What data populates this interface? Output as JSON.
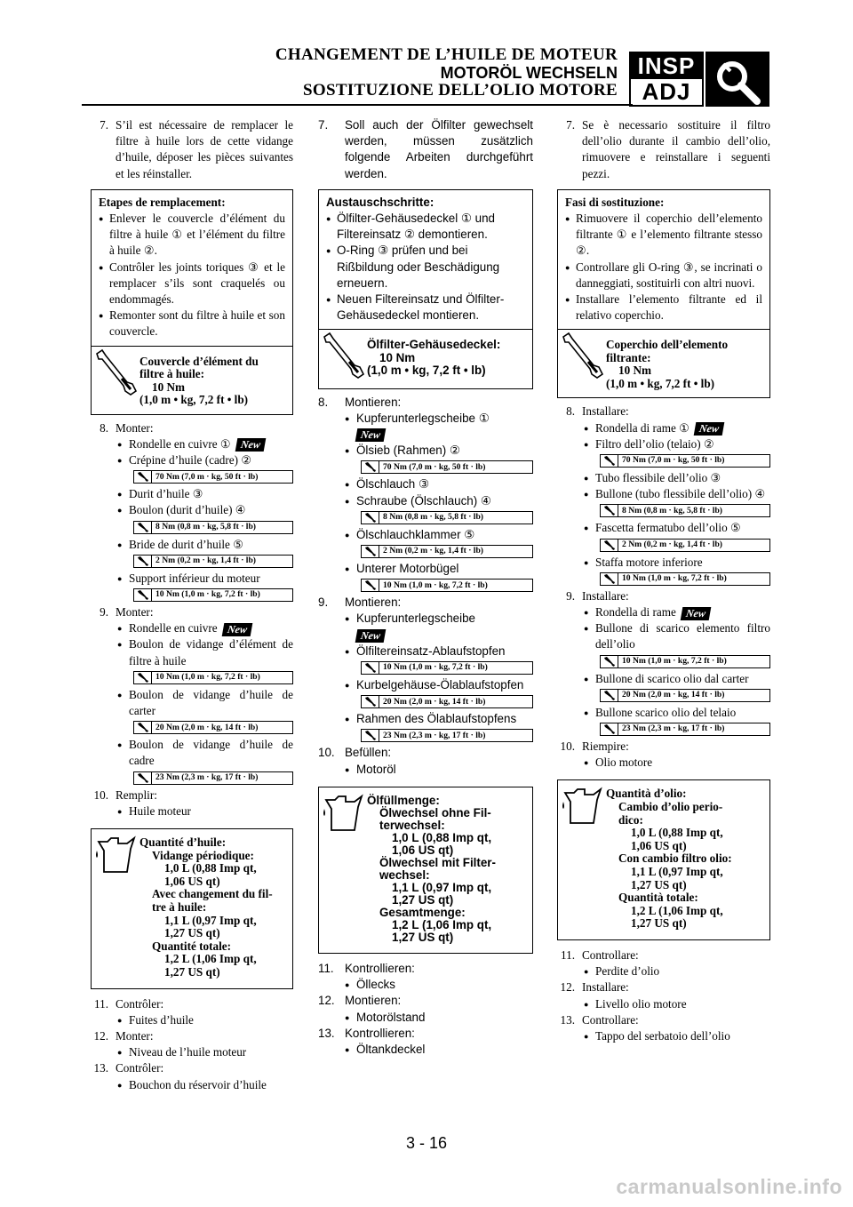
{
  "header": {
    "title_fr": "CHANGEMENT DE L’HUILE DE MOTEUR",
    "title_de": "MOTORÖL WECHSELN",
    "title_it": "SOSTITUZIONE DELL’OLIO MOTORE",
    "badge_top": "INSP",
    "badge_bottom": "ADJ",
    "badge_icon": "wrench-magnifier-icon"
  },
  "fr": {
    "s7_num": "7.",
    "s7_text": "S’il est nécessaire de remplacer le filtre à huile lors de cette vidange d’huile, déposer les pièces suivantes et les réinstaller.",
    "box_title": "Etapes de remplacement:",
    "box_items": [
      "Enlever le couvercle d’élément du filtre à huile ① et l’élément du filtre à huile ②.",
      "Contrôler les joints toriques ③ et le remplacer s’ils sont craquelés ou endommagés.",
      "Remonter sont du filtre à huile et son couvercle."
    ],
    "box_torque": [
      "Couvercle d’élément du",
      "filtre à huile:",
      "10 Nm",
      "(1,0 m • kg, 7,2 ft • lb)"
    ],
    "s8_num": "8.",
    "s8_label": "Monter:",
    "s8_items": [
      "Rondelle en cuivre ①",
      "Crépine d’huile (cadre) ②",
      "Durit d’huile ③",
      "Boulon (durit d’huile) ④",
      "Bride de durit d’huile ⑤",
      "Support inférieur du moteur"
    ],
    "s9_num": "9.",
    "s9_label": "Monter:",
    "s9_items": [
      "Rondelle en cuivre",
      "Boulon de vidange d’élément de filtre à huile",
      "Boulon de vidange d’huile de carter",
      "Boulon de vidange d’huile de cadre"
    ],
    "s10_num": "10.",
    "s10_label": "Remplir:",
    "s10_items": [
      "Huile moteur"
    ],
    "oil": [
      "Quantité d’huile:",
      "Vidange périodique:",
      "1,0 L (0,88 Imp qt,",
      "1,06 US qt)",
      "Avec changement du fil-",
      "tre à huile:",
      "1,1 L (0,97 Imp qt,",
      "1,27 US qt)",
      "Quantité totale:",
      "1,2 L (1,06 Imp qt,",
      "1,27 US qt)"
    ],
    "s11_num": "11.",
    "s11_label": "Contrôler:",
    "s11_item": "Fuites d’huile",
    "s12_num": "12.",
    "s12_label": "Monter:",
    "s12_item": "Niveau de l’huile moteur",
    "s13_num": "13.",
    "s13_label": "Contrôler:",
    "s13_item": "Bouchon du réservoir d’huile"
  },
  "de": {
    "s7_num": "7.",
    "s7_text": "Soll auch der Ölfilter gewechselt werden, müssen zusätzlich folgende Arbeiten durchgeführt werden.",
    "box_title": "Austauschschritte:",
    "box_items": [
      "Ölfilter-Gehäusedeckel ① und Filtereinsatz ② demontieren.",
      "O-Ring ③ prüfen und bei Rißbildung oder Beschädigung erneuern.",
      "Neuen Filtereinsatz und Ölfilter-Gehäusedeckel montieren."
    ],
    "box_torque": [
      "Ölfilter-Gehäusedeckel:",
      "10 Nm",
      "(1,0 m • kg, 7,2 ft • lb)"
    ],
    "s8_num": "8.",
    "s8_label": "Montieren:",
    "s8_items": [
      "Kupferunterlegscheibe ①",
      "Ölsieb (Rahmen) ②",
      "Ölschlauch ③",
      "Schraube (Ölschlauch) ④",
      "Ölschlauchklammer ⑤",
      "Unterer Motorbügel"
    ],
    "s9_num": "9.",
    "s9_label": "Montieren:",
    "s9_items": [
      "Kupferunterlegscheibe",
      "Ölfiltereinsatz-Ablaufstopfen",
      "Kurbelgehäuse-Ölablaufstopfen",
      "Rahmen des Ölablaufstopfens"
    ],
    "s10_num": "10.",
    "s10_label": "Befüllen:",
    "s10_items": [
      "Motoröl"
    ],
    "oil": [
      "Ölfüllmenge:",
      "Ölwechsel ohne Fil-",
      "terwechsel:",
      "1,0 L (0,88 Imp qt,",
      "1,06 US qt)",
      "Ölwechsel mit Filter-",
      "wechsel:",
      "1,1 L (0,97 Imp qt,",
      "1,27 US qt)",
      "Gesamtmenge:",
      "1,2 L (1,06 Imp qt,",
      "1,27 US qt)"
    ],
    "s11_num": "11.",
    "s11_label": "Kontrollieren:",
    "s11_item": "Öllecks",
    "s12_num": "12.",
    "s12_label": "Montieren:",
    "s12_item": "Motorölstand",
    "s13_num": "13.",
    "s13_label": "Kontrollieren:",
    "s13_item": "Öltankdeckel"
  },
  "it": {
    "s7_num": "7.",
    "s7_text": "Se è necessario sostituire il filtro dell’olio durante il cambio dell’olio, rimuovere e reinstallare i seguenti pezzi.",
    "box_title": "Fasi di sostituzione:",
    "box_items": [
      "Rimuovere il coperchio dell’elemento filtrante ① e l’elemento filtrante stesso ②.",
      "Controllare gli O-ring ③, se incrinati o danneggiati, sostituirli con altri nuovi.",
      "Installare l’elemento filtrante ed il relativo coperchio."
    ],
    "box_torque": [
      "Coperchio dell’elemento",
      "filtrante:",
      "10 Nm",
      "(1,0 m • kg, 7,2 ft • lb)"
    ],
    "s8_num": "8.",
    "s8_label": "Installare:",
    "s8_items": [
      "Rondella di rame ①",
      "Filtro dell’olio (telaio) ②",
      "Tubo flessibile dell’olio ③",
      "Bullone (tubo flessibile dell’olio) ④",
      "Fascetta fermatubo dell’olio ⑤",
      "Staffa motore inferiore"
    ],
    "s9_num": "9.",
    "s9_label": "Installare:",
    "s9_items": [
      "Rondella di rame",
      "Bullone di scarico elemento filtro dell’olio",
      "Bullone di scarico olio dal carter",
      "Bullone scarico olio del telaio"
    ],
    "s10_num": "10.",
    "s10_label": "Riempire:",
    "s10_items": [
      "Olio motore"
    ],
    "oil": [
      "Quantità d’olio:",
      "Cambio d’olio perio-",
      "dico:",
      "1,0 L (0,88 Imp qt,",
      "1,06 US qt)",
      "Con cambio filtro olio:",
      "1,1 L (0,97 Imp qt,",
      "1,27 US qt)",
      "Quantità totale:",
      "1,2 L (1,06 Imp qt,",
      "1,27 US qt)"
    ],
    "s11_num": "11.",
    "s11_label": "Controllare:",
    "s11_item": "Perdite d’olio",
    "s12_num": "12.",
    "s12_label": "Installare:",
    "s12_item": "Livello olio motore",
    "s13_num": "13.",
    "s13_label": "Controllare:",
    "s13_item": "Tappo del serbatoio dell’olio"
  },
  "torques": {
    "t70": "70 Nm (7,0 m · kg, 50 ft · lb)",
    "t8": "8 Nm (0,8 m · kg, 5,8 ft · lb)",
    "t2": "2 Nm (0,2 m · kg, 1,4 ft · lb)",
    "t10": "10 Nm (1,0 m · kg, 7,2 ft · lb)",
    "t20": "20 Nm (2,0 m · kg, 14 ft · lb)",
    "t23": "23 Nm (2,3 m · kg, 17 ft · lb)"
  },
  "new_label": "New",
  "page_number": "3 - 16",
  "watermark": "carmanualsonline.info"
}
